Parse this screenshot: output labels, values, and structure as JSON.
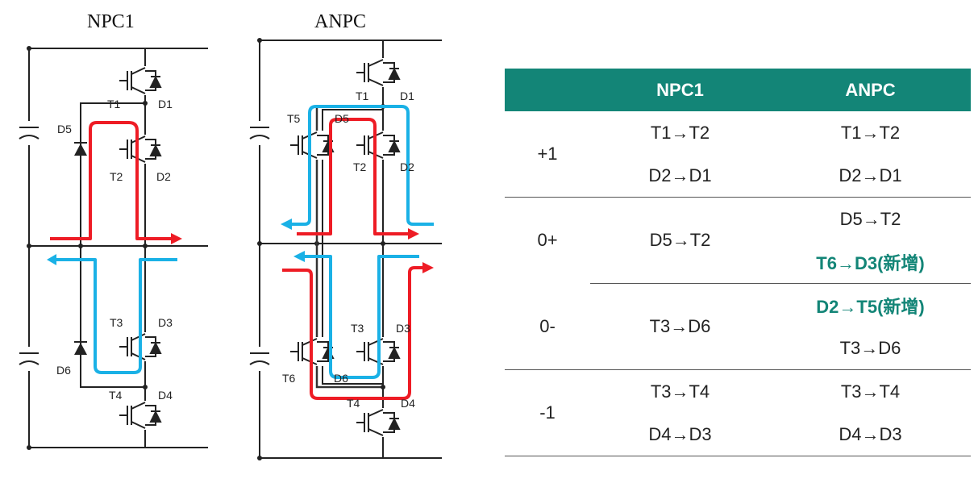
{
  "diagram": {
    "npc1_title": "NPC1",
    "anpc_title": "ANPC",
    "npc1_labels": {
      "T1": "T1",
      "D1": "D1",
      "T2": "T2",
      "D2": "D2",
      "D5": "D5",
      "T3": "T3",
      "D3": "D3",
      "D6": "D6",
      "T4": "T4",
      "D4": "D4"
    },
    "anpc_labels": {
      "T1": "T1",
      "D1": "D1",
      "T5": "T5",
      "D5": "D5",
      "T2": "T2",
      "D2": "D2",
      "T3": "T3",
      "D3": "D3",
      "T6": "T6",
      "D6": "D6",
      "T4": "T4",
      "D4": "D4"
    },
    "path_colors": {
      "positive": "#ee1c25",
      "negative": "#1ab1e6"
    }
  },
  "table": {
    "header_color": "#138577",
    "headers": [
      "",
      "NPC1",
      "ANPC"
    ],
    "groups": [
      {
        "state": "+1",
        "npc1": [
          "T1→T2",
          "D2→D1"
        ],
        "anpc": [
          "T1→T2",
          "D2→D1"
        ]
      },
      {
        "state": "0+",
        "npc1": [
          "D5→T2"
        ],
        "anpc": [
          "D5→T2",
          "T6→D3(新增)"
        ]
      },
      {
        "state": "0-",
        "npc1": [
          "T3→D6"
        ],
        "anpc": [
          "D2→T5(新增)",
          "T3→D6"
        ]
      },
      {
        "state": "-1",
        "npc1": [
          "T3→T4",
          "D4→D3"
        ],
        "anpc": [
          "T3→T4",
          "D4→D3"
        ]
      }
    ]
  }
}
